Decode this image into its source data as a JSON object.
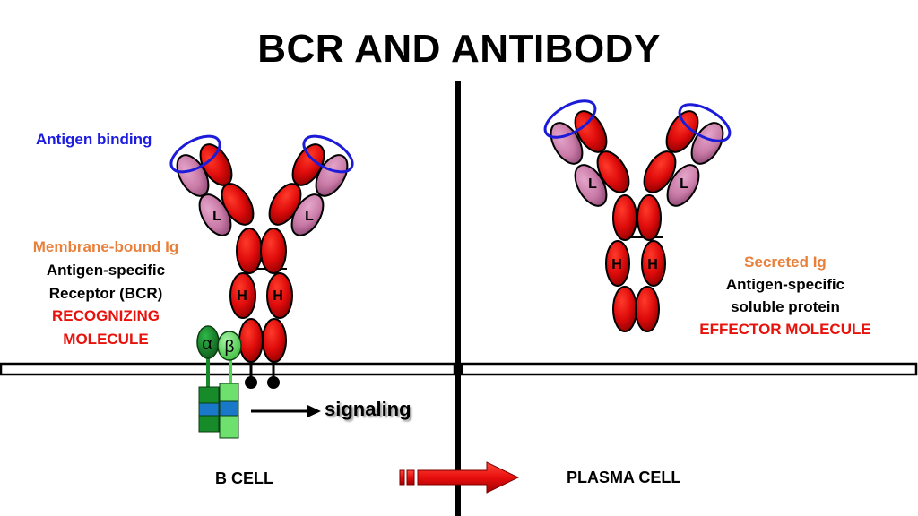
{
  "title": "BCR AND ANTIBODY",
  "left": {
    "antigen_binding": "Antigen binding",
    "membrane_bound": "Membrane-bound Ig",
    "antigen_specific": "Antigen-specific",
    "receptor": "Receptor (BCR)",
    "recognizing": "RECOGNIZING",
    "molecule": "MOLECULE",
    "alpha": "α",
    "beta": "β",
    "signaling": "signaling",
    "cell_label": "B CELL"
  },
  "right": {
    "secreted": "Secreted Ig",
    "antigen_specific": "Antigen-specific",
    "soluble": "soluble protein",
    "effector": "EFFECTOR MOLECULE",
    "cell_label": "PLASMA CELL"
  },
  "chain_labels": {
    "light": "L",
    "heavy": "H"
  },
  "colors": {
    "heavy_chain": "#dd0a0a",
    "light_chain": "#cc7aa8",
    "antigen_ring": "#1c1cd8",
    "alpha_chain": "#178a2a",
    "beta_chain": "#4ed44e",
    "membrane_band": "#1a78c8",
    "arrow": "#ee1111"
  }
}
